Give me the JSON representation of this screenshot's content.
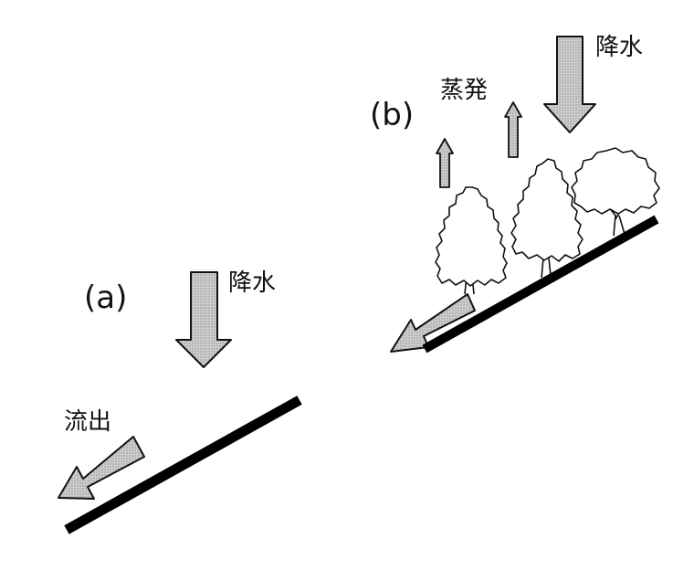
{
  "panel_a": {
    "label": "(a)",
    "precipitation_label": "降水",
    "runoff_label": "流出"
  },
  "panel_b": {
    "label": "(b)",
    "precipitation_label": "降水",
    "evaporation_label": "蒸発"
  },
  "colors": {
    "arrow_fill": "#c4c4c4",
    "outline": "#111111",
    "slope": "#000000",
    "background": "#ffffff"
  }
}
